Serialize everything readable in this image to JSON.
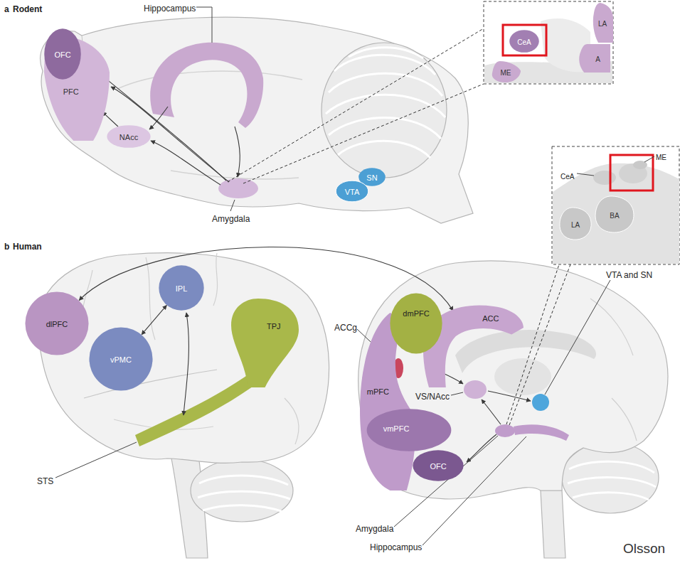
{
  "diagram": {
    "nodes": [
      {
        "text": [
          "OFC"
        ]
      },
      {
        "text": [
          "PFC"
        ]
      },
      {
        "text": [
          "NAcc"
        ]
      },
      {
        "text": [
          "SN"
        ]
      },
      {
        "text": [
          "VTA"
        ]
      },
      {
        "text": [
          "CeA"
        ]
      },
      {
        "text": [
          "LA"
        ]
      },
      {
        "text": [
          "A"
        ]
      },
      {
        "text": [
          "ME"
        ]
      },
      {
        "text": [
          "LA"
        ]
      },
      {
        "text": [
          "BA"
        ]
      },
      {
        "text": [
          "dlPFC"
        ]
      },
      {
        "text": [
          "IPL"
        ]
      },
      {
        "text": [
          "vPMC"
        ]
      },
      {
        "text": [
          "TPJ"
        ]
      },
      {
        "text": [
          "dmPFC"
        ]
      },
      {
        "text": [
          "ACC"
        ]
      },
      {
        "text": [
          "mPFC"
        ]
      },
      {
        "text": [
          "vmPFC"
        ]
      },
      {
        "text": [
          "OFC"
        ]
      }
    ],
    "edges": [
      {
        "from": 2,
        "to": 1,
        "arrow": "to"
      },
      {
        "from": 12,
        "to": 13,
        "arrow": "both"
      },
      {
        "from": 11,
        "to": 16,
        "arrow": "both"
      }
    ],
    "labels": [
      "a",
      "Rodent",
      "Hippocampus",
      "Amygdala",
      "CeA",
      "ME",
      "b",
      "Human",
      "STS",
      "ACCg",
      "VS/NAcc",
      "VTA and SN",
      "Amygdala",
      "Hippocampus",
      "Olsson"
    ]
  }
}
